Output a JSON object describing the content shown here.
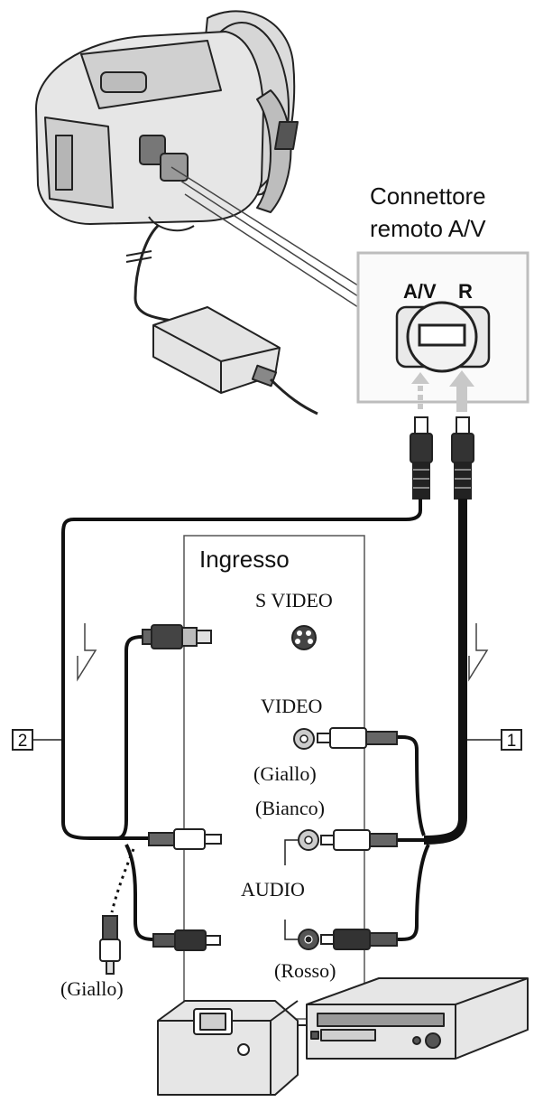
{
  "connector": {
    "title_line1": "Connettore",
    "title_line2": "remoto A/V",
    "port_av": "A/V",
    "port_r": "R"
  },
  "input_panel": {
    "title": "Ingresso",
    "s_video": "S VIDEO",
    "video": "VIDEO",
    "video_color": "(Giallo)",
    "audio_left_color": "(Bianco)",
    "audio": "AUDIO",
    "audio_right_color": "(Rosso)"
  },
  "cables": {
    "cable1_number": "1",
    "cable2_number": "2",
    "loose_plug_color": "(Giallo)"
  },
  "colors": {
    "cable": "#111111",
    "outline": "#222222",
    "device_fill": "#e6e6e6",
    "connector_box": "#bdbdbd",
    "arrow": "#c8c8c8"
  }
}
